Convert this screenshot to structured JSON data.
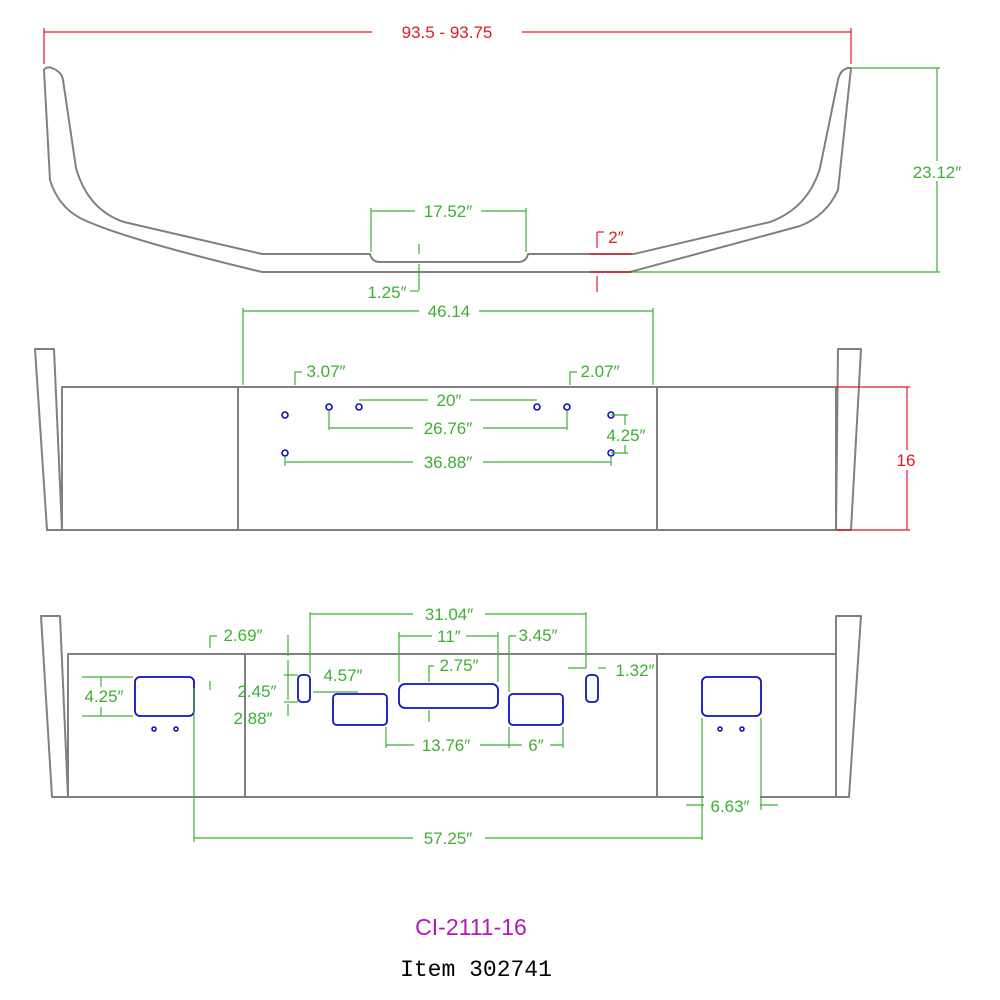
{
  "title": {
    "code": "CI-2111-16",
    "item": "Item 302741"
  },
  "top_view": {
    "overall_width": "93.5  -  93.75",
    "height": "23.12″",
    "center_recess_width": "17.52″",
    "center_recess_depth": "1.25″",
    "thickness": "2″"
  },
  "front_view": {
    "span": "46.14",
    "left_offset": "3.07″",
    "right_offset": "2.07″",
    "inner_hole_spacing": "20″",
    "mid_hole_spacing": "26.76″",
    "outer_hole_spacing": "36.88″",
    "hole_vertical": "4.25″",
    "height": "16"
  },
  "cutout_view": {
    "overall": "31.04″",
    "center_width": "11″",
    "right_offset": "3.45″",
    "left_offset": "2.69″",
    "center_height": "2.75″",
    "side_offset": "4.57″",
    "slot_offset": "1.32″",
    "left_cut_height": "4.25″",
    "slot_top": "2.45″",
    "slot_bottom": "2.88″",
    "lower_span": "13.76″",
    "right_cut_width": "6″",
    "end_cut_width": "6.63″",
    "light_spacing": "57.25″"
  },
  "colors": {
    "outline": "#808080",
    "dimension": "#3cb034",
    "critical_dimension": "#e01b24",
    "hole": "#1010c0",
    "part_code": "#b01ab8"
  }
}
